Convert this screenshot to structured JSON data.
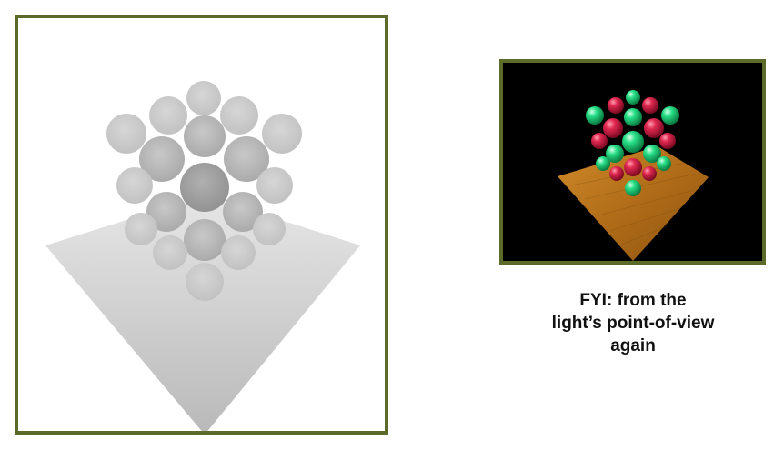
{
  "caption": {
    "lines": [
      "FYI: from the",
      "light’s point-of-view",
      "again"
    ]
  },
  "colors": {
    "frame_border": "#5c6b2a",
    "depth_sphere": "#b4b4b4",
    "depth_floor": "#d0d0d0",
    "render_background": "#000000",
    "render_floor": "#b8741c",
    "sphere_red": "#d21c44",
    "sphere_green": "#20d880"
  },
  "images": [
    {
      "name": "depth-map-image",
      "description_icon": "grayscale-depth-map"
    },
    {
      "name": "color-render-image",
      "description_icon": "color-render"
    }
  ]
}
